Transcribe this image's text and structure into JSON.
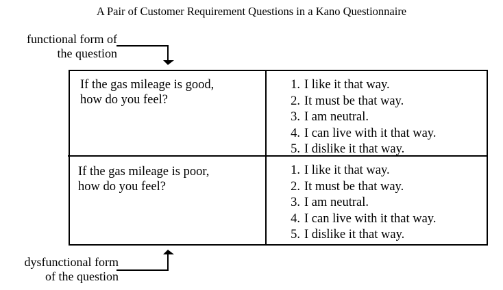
{
  "title": "A Pair of Customer Requirement Questions in a Kano Questionnaire",
  "functional_label": [
    "functional form of",
    "the question"
  ],
  "dysfunctional_label": [
    "dysfunctional form",
    "of the question"
  ],
  "rows": [
    {
      "question": [
        "If the gas mileage is good,",
        "how do you feel?"
      ],
      "options": [
        {
          "num": "1.",
          "text": "I like it that way."
        },
        {
          "num": "2.",
          "text": "It must be that way."
        },
        {
          "num": "3.",
          "text": "I am neutral."
        },
        {
          "num": "4.",
          "text": "I can live with it that way."
        },
        {
          "num": "5.",
          "text": "I dislike it that way."
        }
      ]
    },
    {
      "question": [
        "If the gas mileage is poor,",
        "how do you feel?"
      ],
      "options": [
        {
          "num": "1.",
          "text": "I like it that way."
        },
        {
          "num": "2.",
          "text": "It must be that way."
        },
        {
          "num": "3.",
          "text": "I am neutral."
        },
        {
          "num": "4.",
          "text": "I can live with it that way."
        },
        {
          "num": "5.",
          "text": "I dislike it that way."
        }
      ]
    }
  ]
}
